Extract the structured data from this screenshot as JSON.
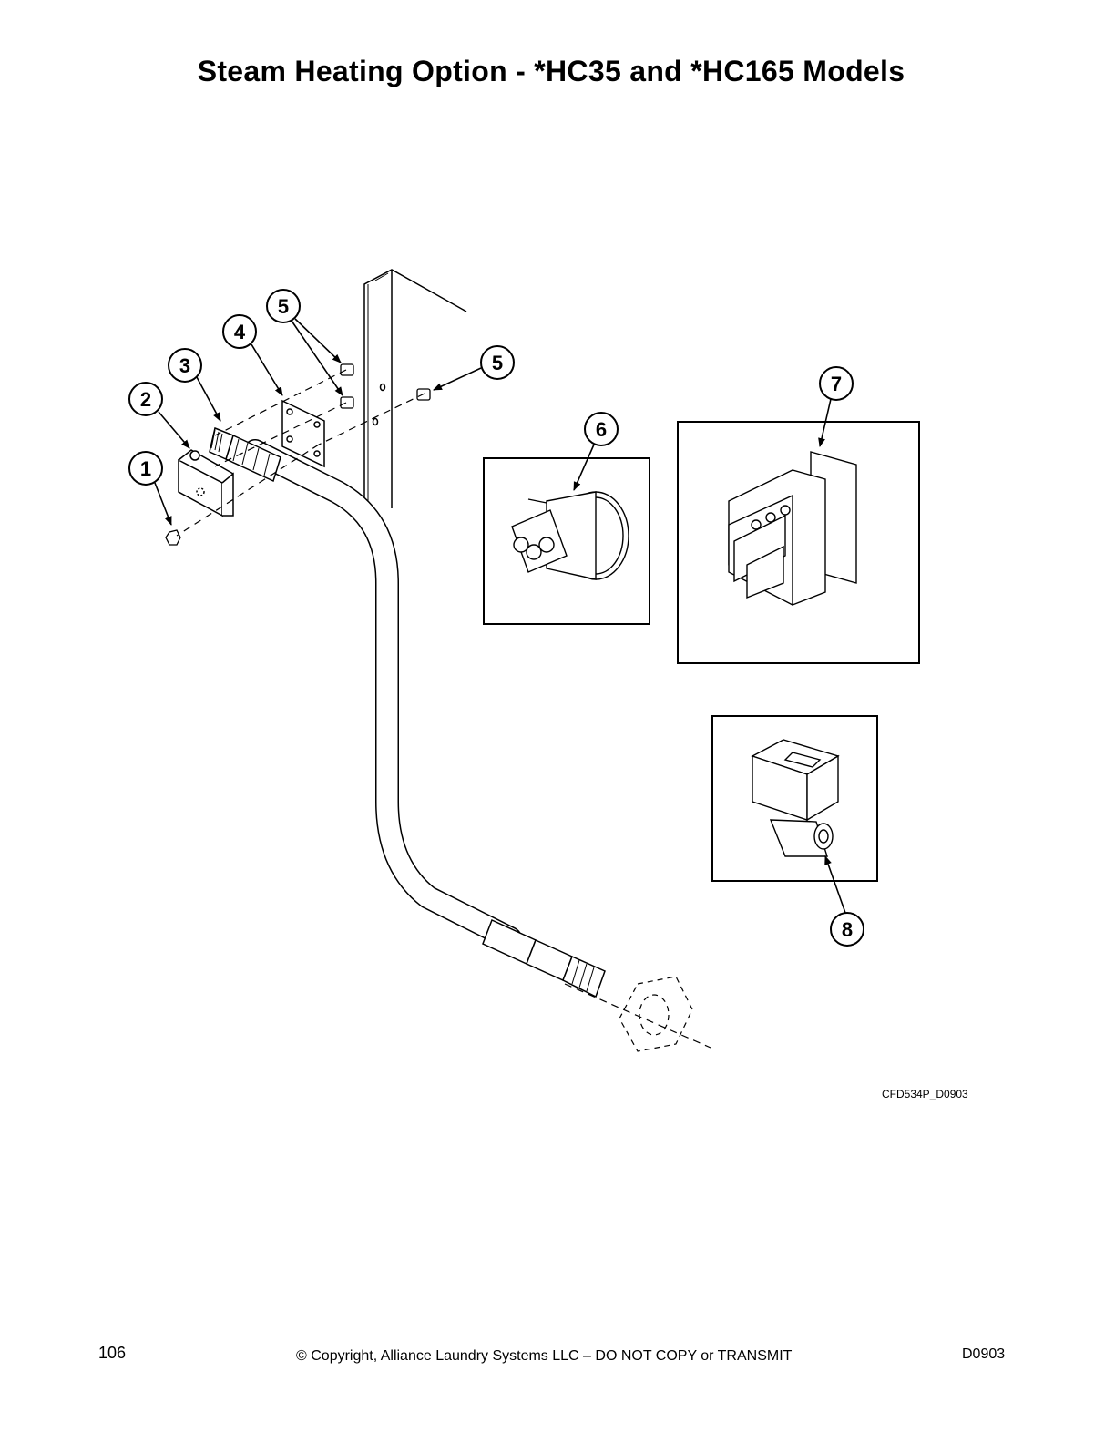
{
  "title": "Steam Heating Option - *HC35 and *HC165 Models",
  "callouts": [
    "1",
    "2",
    "3",
    "4",
    "5",
    "5",
    "6",
    "7",
    "8"
  ],
  "figure_id": "CFD534P_D0903",
  "footer": {
    "page_number": "106",
    "copyright": "© Copyright, Alliance Laundry Systems LLC – DO NOT COPY or TRANSMIT",
    "doc_code": "D0903"
  }
}
